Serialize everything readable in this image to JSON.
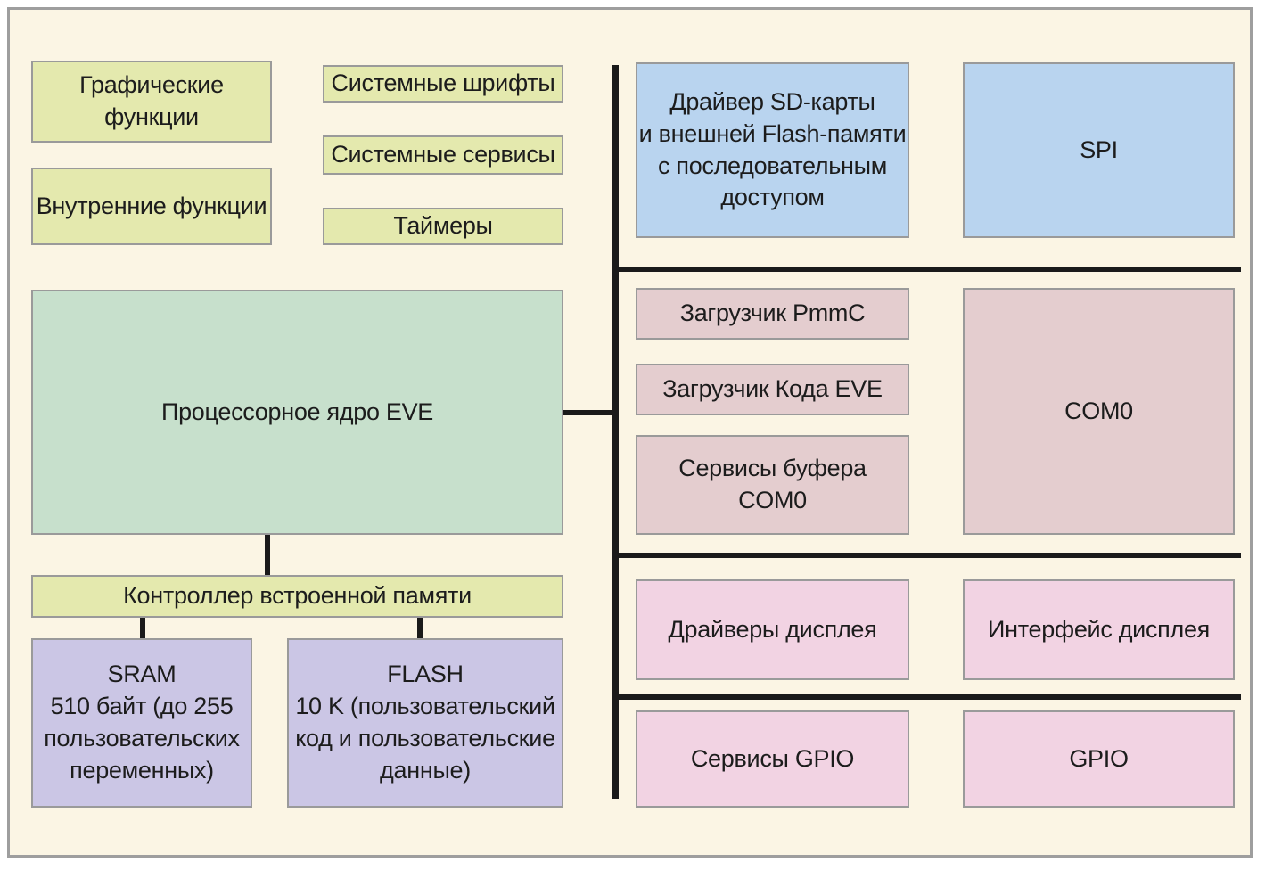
{
  "diagram_type": "block-diagram",
  "colors": {
    "background": "#FBF5E4",
    "api_yellow_green": "#E4E9AE",
    "core_green": "#C7E0CC",
    "memory_purple": "#CBC6E5",
    "storage_blue": "#B9D4EF",
    "loader_mauve": "#E4CDCF",
    "io_pink": "#F2D3E3",
    "bus_line": "#1A1A1A",
    "box_border": "#9A9A9A"
  },
  "left_column": {
    "graphics_functions": "Графические\nфункции",
    "internal_functions": "Внутренние функции",
    "system_fonts": "Системные шрифты",
    "system_services": "Системные сервисы",
    "timers": "Таймеры",
    "eve_core": "Процессорное ядро EVE",
    "memory_controller": "Контроллер встроенной памяти",
    "sram": "SRAM\n510 байт (до 255\nпользовательских\nпеременных)",
    "flash": "FLASH\n10 K (пользовательский\nкод и пользовательские\nданные)"
  },
  "right_column": {
    "sd_flash_driver": "Драйвер SD-карты\nи внешней Flash-памяти\nс последовательным\nдоступом",
    "spi": "SPI",
    "pmmc_loader": "Загрузчик PmmC",
    "eve_code_loader": "Загрузчик Кода EVE",
    "com0_buffer_services": "Сервисы буфера\nCOM0",
    "com0": "COM0",
    "display_drivers": "Драйверы дисплея",
    "display_interface": "Интерфейс дисплея",
    "gpio_services": "Сервисы GPIO",
    "gpio": "GPIO"
  }
}
